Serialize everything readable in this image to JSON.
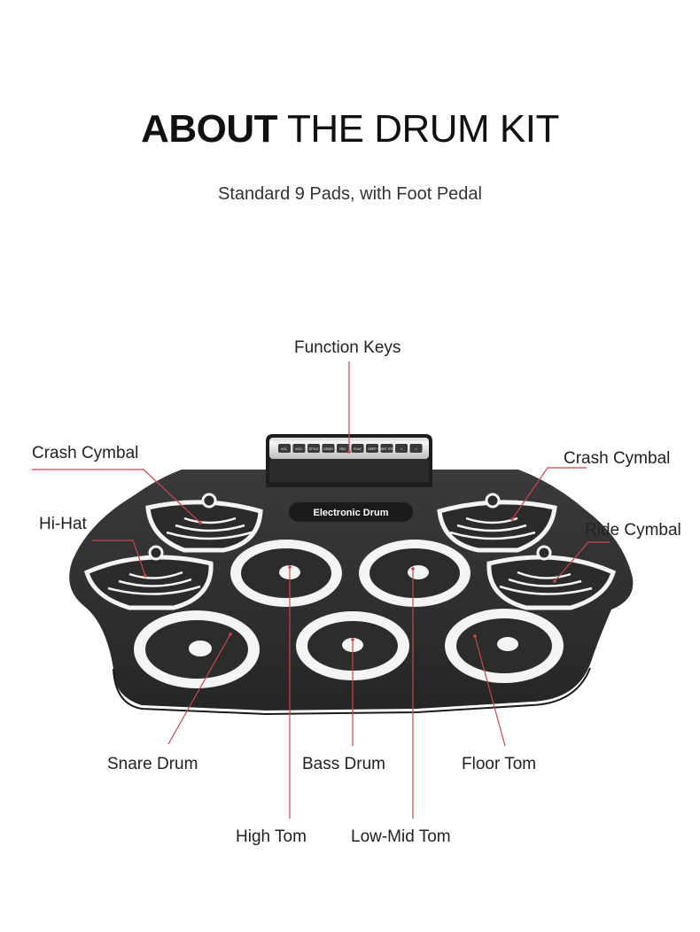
{
  "header": {
    "title_bold": "ABOUT",
    "title_rest": "THE DRUM KIT",
    "subtitle": "Standard 9 Pads, with Foot Pedal"
  },
  "kit": {
    "brand_plate": "Electronic Drum",
    "function_keys": [
      "VOL-",
      "VOL+",
      "STYLE",
      "DEMO",
      "REC",
      "PLAY",
      "KEEP",
      "START STOP",
      "<",
      ">"
    ]
  },
  "labels": {
    "function_keys": "Function Keys",
    "crash_left": "Crash Cymbal",
    "crash_right": "Crash Cymbal",
    "hi_hat": "Hi-Hat",
    "ride": "Ride Cymbal",
    "snare": "Snare Drum",
    "bass": "Bass Drum",
    "floor_tom": "Floor Tom",
    "high_tom": "High Tom",
    "low_mid_tom": "Low-Mid Tom"
  },
  "colors": {
    "mat": "#2f2f31",
    "pad_ring": "#f4f4f4",
    "leader_line": "#c9444d"
  }
}
